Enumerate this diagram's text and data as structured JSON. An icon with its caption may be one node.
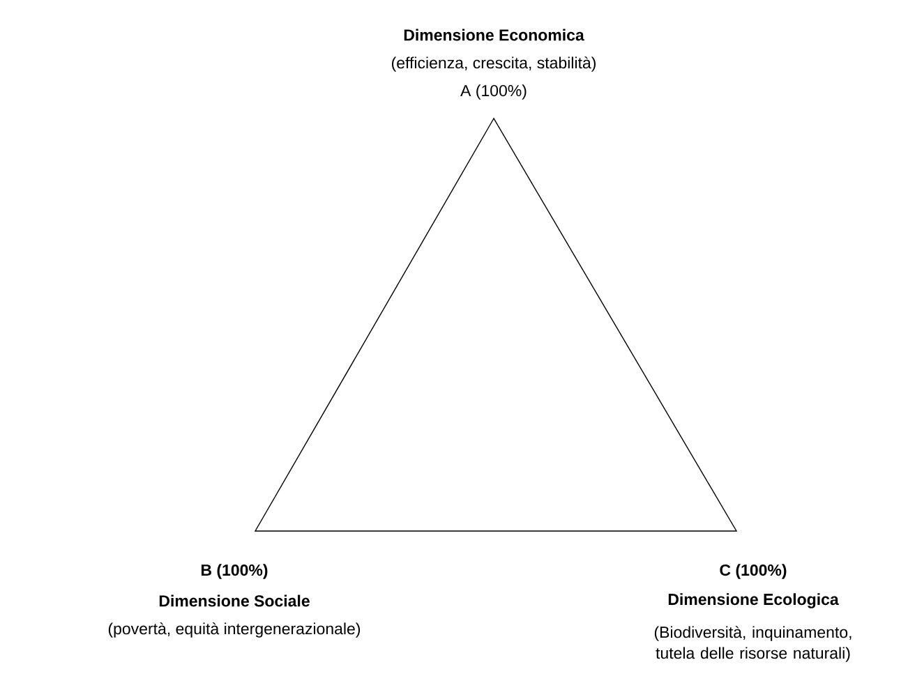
{
  "diagram": {
    "nodes": [
      {
        "text": [],
        "shape": "triangle"
      }
    ],
    "labels": [
      "Dimensione Economica",
      "(efficienza, crescita, stabilità)",
      "A (100%)",
      "B (100%)",
      "Dimensione Sociale",
      "(povertà, equità intergenerazionale)",
      "C (100%)",
      "Dimensione Ecologica",
      "(Biodiversità, inquinamento, tutela delle risorse naturali)"
    ]
  }
}
